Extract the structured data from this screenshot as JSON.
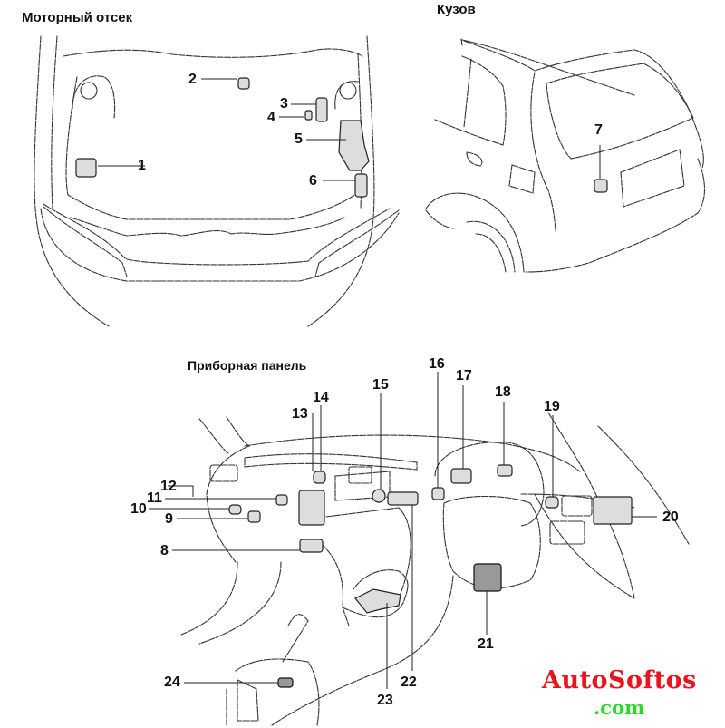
{
  "sections": {
    "engine": "Моторный отсек",
    "body": "Кузов",
    "dashboard": "Приборная панель"
  },
  "callouts": [
    "1",
    "2",
    "3",
    "4",
    "5",
    "6",
    "7",
    "8",
    "9",
    "10",
    "11",
    "12",
    "13",
    "14",
    "15",
    "16",
    "17",
    "18",
    "19",
    "20",
    "21",
    "22",
    "23",
    "24"
  ],
  "watermark": {
    "line1": "AutoSoftos",
    "line2": ".com",
    "color_main": "#e8141e",
    "color_domain": "#22dd22"
  }
}
